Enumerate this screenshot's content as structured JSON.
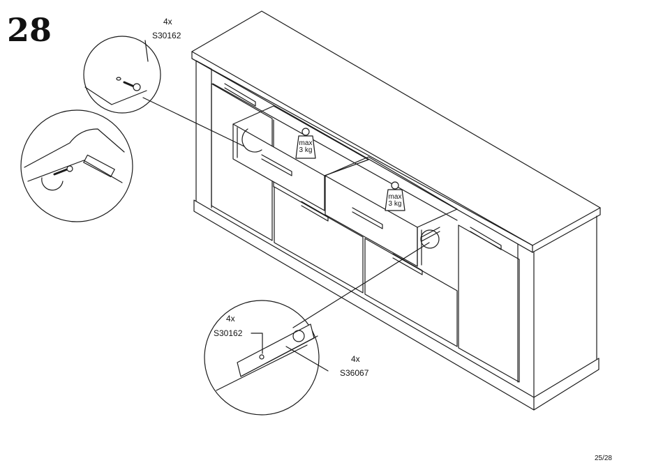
{
  "step_number": "28",
  "page_number": "25/28",
  "callout_top": {
    "quantity": "4x",
    "part_code": "S30162"
  },
  "callout_bottom": {
    "screw": {
      "quantity": "4x",
      "part_code": "S30162"
    },
    "bracket": {
      "quantity": "4x",
      "part_code": "S36067"
    }
  },
  "weights": [
    {
      "line1": "max",
      "line2": "3 kg"
    },
    {
      "line1": "max",
      "line2": "3 kg"
    }
  ],
  "icons": [
    "screw-icon",
    "weight-icon",
    "drawer-slide-icon"
  ],
  "colors": {
    "line": "#1a1a1a",
    "background": "#ffffff"
  }
}
